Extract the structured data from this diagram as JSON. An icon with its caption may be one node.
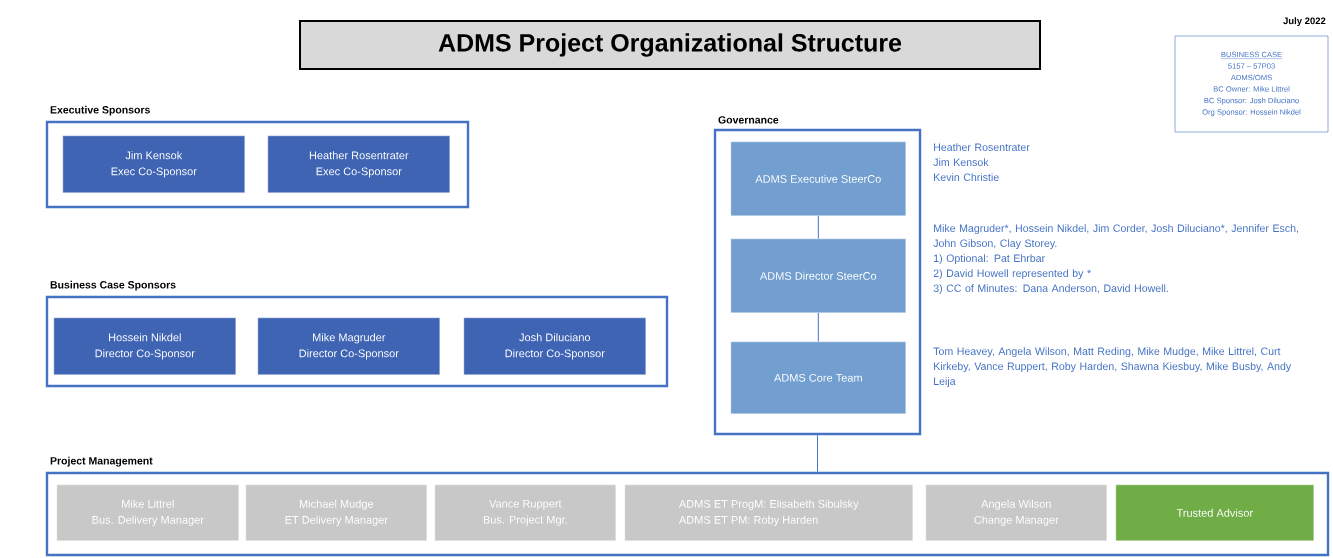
{
  "diagram": {
    "title": "ADMS Project Organizational Structure",
    "nodes": [
      {
        "text": [
          "Executive Sponsors"
        ]
      },
      {
        "text": [
          "Jim Kensok",
          "Exec Co-Sponsor"
        ],
        "in": 0
      },
      {
        "text": [
          "Heather Rosentrater",
          "Exec Co-Sponsor"
        ],
        "in": 0
      },
      {
        "text": [
          "Business Case Sponsors"
        ]
      },
      {
        "text": [
          "Hossein Nikdel",
          "Director Co-Sponsor"
        ],
        "in": 3
      },
      {
        "text": [
          "Mike Magruder",
          "Director Co-Sponsor"
        ],
        "in": 3
      },
      {
        "text": [
          "Josh Diluciano",
          "Director Co-Sponsor"
        ],
        "in": 3
      },
      {
        "text": [
          "Governance"
        ]
      },
      {
        "text": [
          "ADMS Executive SteerCo"
        ],
        "in": 7,
        "beside": [
          "Heather Rosentrater",
          "Jim Kensok",
          "Kevin Christie"
        ]
      },
      {
        "text": [
          "ADMS Director SteerCo"
        ],
        "in": 7,
        "beside": [
          "Mike Magruder*, Hossein Nikdel, Jim Corder, Josh Diluciano*, Jennifer Esch, John Gibson, Clay Storey.",
          "1) Optional: Pat Ehrbar",
          "2) David Howell represented by *",
          "3) CC of Minutes: Dana Anderson, David Howell."
        ]
      },
      {
        "text": [
          "ADMS Core Team"
        ],
        "in": 7,
        "beside": [
          "Tom Heavey, Angela Wilson, Matt Reding, Mike Mudge, Mike Littrel, Curt Kirkeby, Vance Ruppert, Roby Harden, Shawna Kiesbuy, Mike Busby, Andy Leija"
        ]
      },
      {
        "text": [
          "Project Management"
        ]
      },
      {
        "text": [
          "Mike Littrel",
          "Bus. Delivery Manager"
        ],
        "in": 11
      },
      {
        "text": [
          "Michael Mudge",
          "ET Delivery Manager"
        ],
        "in": 11
      },
      {
        "text": [
          "Vance Ruppert",
          "Bus. Project Mgr."
        ],
        "in": 11
      },
      {
        "text": [
          "ADMS ET ProgM: Elisabeth Sibulsky",
          "ADMS ET PM: Roby Harden"
        ],
        "in": 11
      },
      {
        "text": [
          "Angela Wilson",
          "Change Manager"
        ],
        "in": 11
      },
      {
        "text": [
          "Trusted Advisor"
        ],
        "in": 11
      },
      {
        "text": [
          "BUSINESS CASE",
          "5157 – 57P03",
          "ADMS/OMS",
          "BC Owner: Mike Littrel",
          "BC Sponsor: Josh Diluciano",
          "Org Sponsor: Hossein Nikdel"
        ]
      }
    ],
    "edges": [
      {
        "from": 8,
        "to": 9,
        "arrow": "none"
      },
      {
        "from": 9,
        "to": 10,
        "arrow": "none"
      },
      {
        "from": 7,
        "to": 11,
        "arrow": "none"
      }
    ],
    "labels": [
      "July 2022"
    ]
  }
}
